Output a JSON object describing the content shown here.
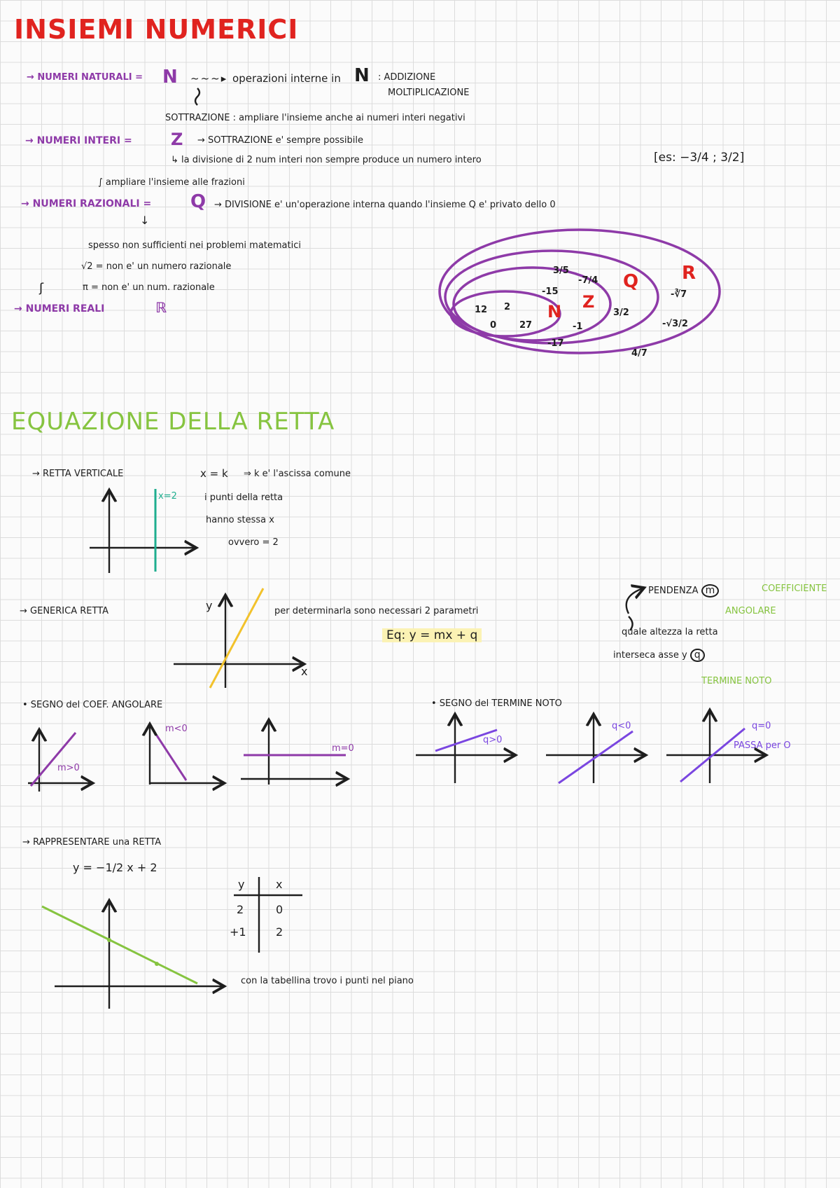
{
  "colors": {
    "purple": "#8e3aa8",
    "red": "#e0231f",
    "green": "#86c440",
    "yellow": "#f2c22c",
    "teal": "#1fae8f",
    "violet": "#7a46e0"
  },
  "section1": {
    "title": "INSIEMI NUMERICI",
    "naturali_label": "→ NUMERI NATURALI =",
    "naturali_symbol": "N",
    "naturali_ops": "operazioni interne in",
    "naturali_ops_symbol": "N",
    "op_addizione": ": ADDIZIONE",
    "op_moltiplicazione": "MOLTIPLICAZIONE",
    "sottrazione_note": "SOTTRAZIONE : ampliare l'insieme anche ai numeri interi negativi",
    "interi_label": "→ NUMERI INTERI =",
    "interi_symbol": "Z",
    "interi_note": "→ SOTTRAZIONE e' sempre possibile",
    "divisione_note": "↳ la divisione di 2 num interi non sempre produce un numero intero",
    "divisione_example": "[es: −3/4 ; 3/2]",
    "ampliare_frazioni": "ampliare l'insieme alle frazioni",
    "razionali_label": "→ NUMERI RAZIONALI =",
    "razionali_symbol": "Q",
    "razionali_note": "→ DIVISIONE e' un'operazione interna quando l'insieme Q e' privato dello 0",
    "non_sufficienti": "spesso non sufficienti nei problemi matematici",
    "radice2": "√2 = non e' un numero razionale",
    "pi": "π = non e' un num. razionale",
    "reali_label": "→ NUMERI REALI",
    "reali_symbol": "ℝ"
  },
  "venn": {
    "set_labels": {
      "N": "N",
      "Z": "Z",
      "Q": "Q",
      "R": "R"
    },
    "n_elements": [
      "12",
      "2",
      "0",
      "27"
    ],
    "z_elements": [
      "-15",
      "-1",
      "-17"
    ],
    "q_elements": [
      "3/5",
      "-7/4",
      "3/2",
      "4/7"
    ],
    "r_elements": [
      "-∛7",
      "-√3/2"
    ]
  },
  "section2": {
    "title": "EQUAZIONE DELLA RETTA",
    "verticale_label": "→ RETTA VERTICALE",
    "verticale_eq": "x = k",
    "verticale_note": "⇒ k e' l'ascissa comune",
    "verticale_line_label": "x=2",
    "verticale_desc1": "i punti della retta",
    "verticale_desc2": "hanno stessa x",
    "verticale_desc3": "ovvero = 2",
    "generica_label": "→ GENERICA RETTA",
    "axis_y": "y",
    "axis_x": "x",
    "parametri_note": "per determinarla sono necessari 2 parametri",
    "equation": "Eq: y = mx + q",
    "pendenza": "PENDENZA",
    "m_symbol": "m",
    "coeff1": "COEFFICIENTE",
    "coeff2": "ANGOLARE",
    "quale1": "quale altezza la retta",
    "quale2": "interseca asse y",
    "q_symbol": "q",
    "termine_noto": "TERMINE NOTO",
    "segno_m": "• SEGNO del COEF. ANGOLARE",
    "m_pos": "m>0",
    "m_neg": "m<0",
    "m_zero": "m=0",
    "segno_q": "• SEGNO del TERMINE NOTO",
    "q_pos": "q>0",
    "q_neg": "q<0",
    "q_zero": "q=0",
    "passa_origine": "PASSA per O",
    "rappresentare_label": "→ RAPPRESENTARE una RETTA",
    "rappresentare_eq": "y = −1/2 x + 2",
    "tabella_note": "con la tabellina trovo i punti nel piano",
    "table": {
      "headers": [
        "y",
        "x"
      ],
      "rows": [
        [
          "2",
          "0"
        ],
        [
          "+1",
          "2"
        ]
      ]
    }
  }
}
